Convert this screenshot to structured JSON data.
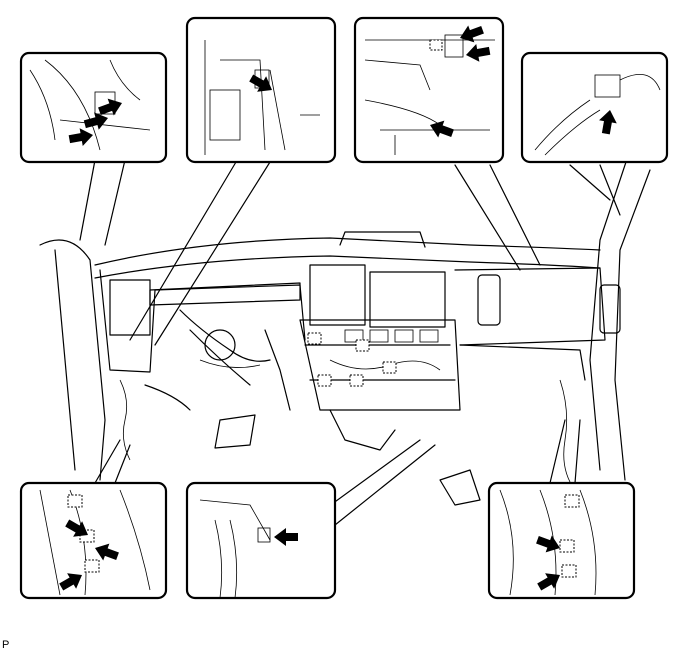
{
  "figure": {
    "illustration_code": "P",
    "callouts": [
      {
        "id": "upper-left-connector-detail",
        "arrows": 3
      },
      {
        "id": "upper-center-left-connector-detail",
        "arrows": 1
      },
      {
        "id": "upper-center-right-connector-detail",
        "arrows": 3
      },
      {
        "id": "upper-right-connector-detail",
        "arrows": 1
      },
      {
        "id": "lower-left-clamp-detail",
        "arrows": 3
      },
      {
        "id": "lower-center-connector-detail",
        "arrows": 1
      },
      {
        "id": "lower-right-clamp-detail",
        "arrows": 2
      }
    ]
  }
}
